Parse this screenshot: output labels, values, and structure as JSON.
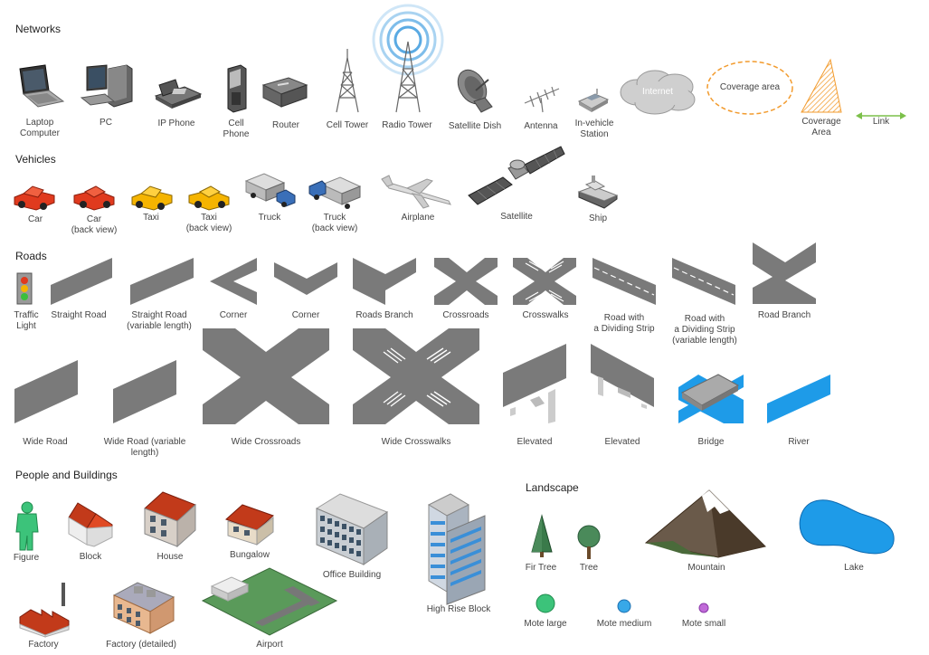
{
  "sections": {
    "networks": "Networks",
    "vehicles": "Vehicles",
    "roads": "Roads",
    "people_buildings": "People and Buildings",
    "landscape": "Landscape"
  },
  "networks": {
    "laptop": "Laptop\nComputer",
    "pc": "PC",
    "ip_phone": "IP Phone",
    "cell_phone": "Cell\nPhone",
    "router": "Router",
    "cell_tower": "Cell Tower",
    "radio_tower": "Radio Tower",
    "satellite_dish": "Satellite Dish",
    "antenna": "Antenna",
    "in_vehicle": "In-vehicle\nStation",
    "internet": "Internet",
    "coverage_area_text": "Coverage area",
    "coverage_area": "Coverage\nArea",
    "link": "Link"
  },
  "vehicles": {
    "car": "Car",
    "car_back": "Car\n(back view)",
    "taxi": "Taxi",
    "taxi_back": "Taxi\n(back view)",
    "truck": "Truck",
    "truck_back": "Truck\n(back view)",
    "airplane": "Airplane",
    "satellite": "Satellite",
    "ship": "Ship"
  },
  "roads": {
    "traffic_light": "Traffic\nLight",
    "straight_road": "Straight Road",
    "straight_road_var": "Straight Road\n(variable length)",
    "corner1": "Corner",
    "corner2": "Corner",
    "roads_branch": "Roads Branch",
    "crossroads": "Crossroads",
    "crosswalks": "Crosswalks",
    "road_dividing": "Road with\na Dividing Strip",
    "road_dividing_var": "Road with\na Dividing Strip\n(variable length)",
    "road_branch": "Road Branch",
    "wide_road": "Wide Road",
    "wide_road_var": "Wide Road (variable\nlength)",
    "wide_crossroads": "Wide Crossroads",
    "wide_crosswalks": "Wide Crosswalks",
    "elevated1": "Elevated",
    "elevated2": "Elevated",
    "bridge": "Bridge",
    "river": "River"
  },
  "people": {
    "figure": "Figure",
    "block": "Block",
    "house": "House",
    "bungalow": "Bungalow",
    "office": "Office Building",
    "highrise": "High Rise Block",
    "factory": "Factory",
    "factory_detailed": "Factory (detailed)",
    "airport": "Airport"
  },
  "landscape": {
    "fir_tree": "Fir Tree",
    "tree": "Tree",
    "mountain": "Mountain",
    "lake": "Lake",
    "mote_large": "Mote large",
    "mote_medium": "Mote medium",
    "mote_small": "Mote small"
  },
  "colors": {
    "road": "#7a7a7a",
    "car_red": "#e03a1e",
    "taxi_yellow": "#f5b400",
    "river_blue": "#1e9be8",
    "coverage_orange": "#f29b2e",
    "link_green": "#7cc04a",
    "mote_green": "#3cc37a",
    "mote_blue": "#38a8e8",
    "mote_pink": "#c06ad8"
  }
}
